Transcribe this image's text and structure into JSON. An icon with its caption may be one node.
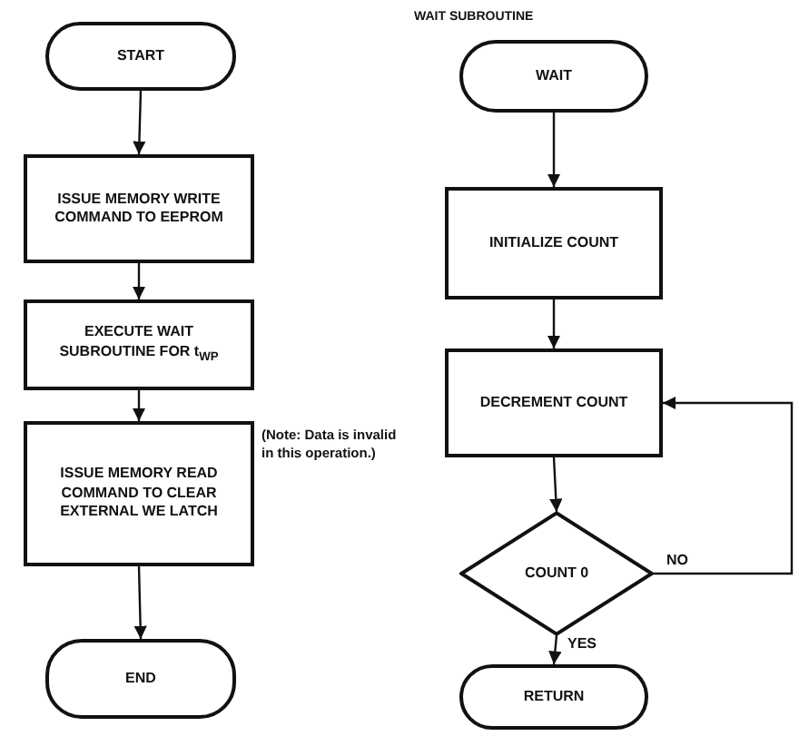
{
  "diagram": {
    "nodes": [
      {
        "text": [
          "START"
        ]
      },
      {
        "text": [
          "ISSUE MEMORY WRITE COMMAND TO EEPROM"
        ]
      },
      {
        "text": [
          "EXECUTE WAIT SUBROUTINE FOR t$_{WP}$"
        ]
      },
      {
        "text": [
          "ISSUE MEMORY READ COMMAND TO CLEAR EXTERNAL WE LATCH"
        ],
        "beside": [
          "(Note: Data is invalid in this operation.)"
        ]
      },
      {
        "text": [
          "END"
        ]
      },
      {
        "text": [
          "WAIT"
        ]
      },
      {
        "text": [
          "INITIALIZE COUNT"
        ]
      },
      {
        "text": [
          "DECREMENT COUNT"
        ]
      },
      {
        "text": [
          "COUNT 0"
        ]
      },
      {
        "text": [
          "RETURN"
        ]
      }
    ],
    "edges": [
      {
        "from": 0,
        "to": 1,
        "arrow": "to"
      },
      {
        "from": 1,
        "to": 2,
        "arrow": "to"
      },
      {
        "from": 2,
        "to": 3,
        "arrow": "to"
      },
      {
        "from": 3,
        "to": 4,
        "arrow": "to"
      },
      {
        "from": 5,
        "to": 6,
        "arrow": "to"
      },
      {
        "from": 6,
        "to": 7,
        "arrow": "to"
      },
      {
        "from": 7,
        "to": 8,
        "arrow": "to"
      },
      {
        "from": 8,
        "to": 9,
        "arrow": "to",
        "label": "YES"
      },
      {
        "from": 8,
        "to": 7,
        "arrow": "to",
        "label": "NO"
      }
    ],
    "labels": [
      "WAIT SUBROUTINE"
    ]
  }
}
